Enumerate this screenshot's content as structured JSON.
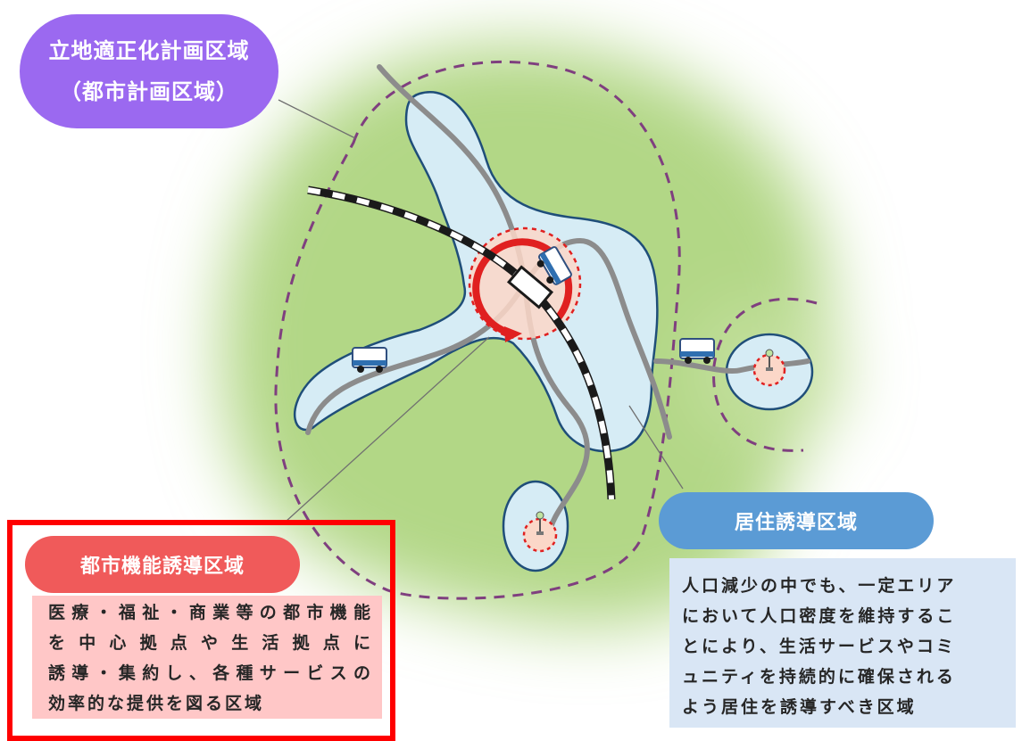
{
  "labels": {
    "planning_area": {
      "line1": "立地適正化計画区域",
      "line2": "（都市計画区域）",
      "color": "#9b69f0"
    },
    "urban_function_area": {
      "title": "都市機能誘導区域",
      "color": "#f05a5a",
      "frame_color": "#ff0000",
      "description": [
        "医療・福祉・商業等の都市機能",
        "を中心拠点や生活拠点に",
        "誘導・集約し、各種サービスの",
        "効率的な提供を図る区域"
      ]
    },
    "residential_area": {
      "title": "居住誘導区域",
      "color": "#5b9bd5",
      "description": [
        "人口減少の中でも、一定エリア",
        "において人口密度を維持するこ",
        "とにより、生活サービスやコミ",
        "ュニティを持続的に確保される",
        "よう居住を誘導すべき区域"
      ]
    }
  },
  "map": {
    "land_color": "#a9d17a",
    "residential_fill": "#d6ecf5",
    "residential_outline": "#1f4e79",
    "planning_boundary_color": "#7f3f7f",
    "road_color": "#8c8c8c",
    "hub_color": "#e02020",
    "icons": [
      "railway-icon",
      "station-icon",
      "bus-icon",
      "bus-stop-icon"
    ]
  }
}
